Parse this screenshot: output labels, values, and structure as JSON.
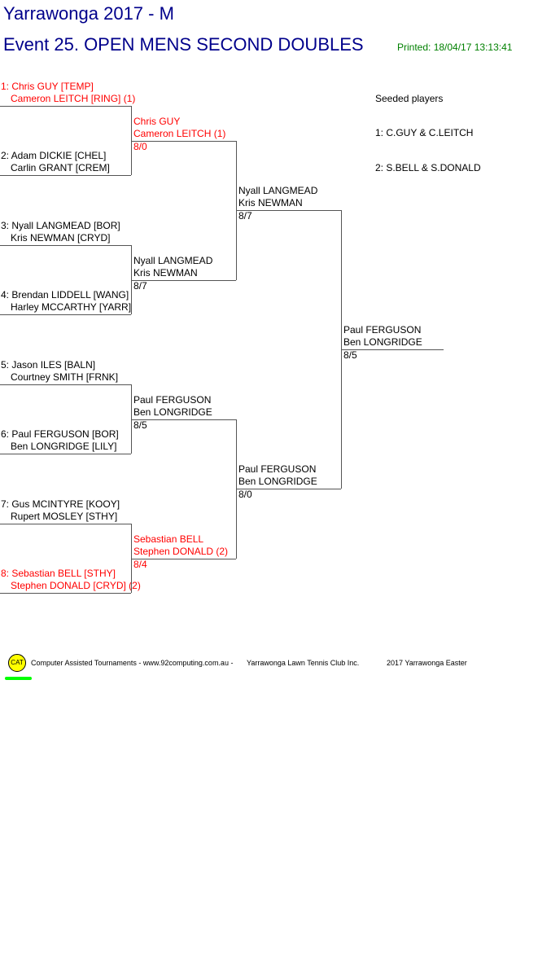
{
  "header": {
    "title": "Yarrawonga 2017 - M",
    "event": "Event 25. OPEN MENS SECOND DOUBLES",
    "printed": "Printed: 18/04/17 13:13:41"
  },
  "round1": [
    {
      "line1": "1: Chris GUY [TEMP]",
      "line2": "Cameron LEITCH [RING] (1)",
      "seeded": true
    },
    {
      "line1": "2: Adam DICKIE [CHEL]",
      "line2": "Carlin GRANT [CREM]",
      "seeded": false
    },
    {
      "line1": "3: Nyall LANGMEAD [BOR]",
      "line2": "Kris NEWMAN [CRYD]",
      "seeded": false
    },
    {
      "line1": "4: Brendan LIDDELL [WANG]",
      "line2": "Harley MCCARTHY [YARR]",
      "seeded": false
    },
    {
      "line1": "5: Jason ILES [BALN]",
      "line2": "Courtney SMITH [FRNK]",
      "seeded": false
    },
    {
      "line1": "6: Paul FERGUSON [BOR]",
      "line2": "Ben LONGRIDGE [LILY]",
      "seeded": false
    },
    {
      "line1": "7: Gus MCINTYRE [KOOY]",
      "line2": "Rupert MOSLEY [STHY]",
      "seeded": false
    },
    {
      "line1": "8: Sebastian BELL [STHY]",
      "line2": "Stephen DONALD [CRYD] (2)",
      "seeded": true
    }
  ],
  "round2": [
    {
      "line1": "Chris GUY",
      "line2": "Cameron LEITCH (1)",
      "score": "8/0",
      "seeded": true
    },
    {
      "line1": "Nyall LANGMEAD",
      "line2": "Kris NEWMAN",
      "score": "8/7",
      "seeded": false
    },
    {
      "line1": "Paul FERGUSON",
      "line2": "Ben LONGRIDGE",
      "score": "8/5",
      "seeded": false
    },
    {
      "line1": "Sebastian BELL",
      "line2": "Stephen DONALD (2)",
      "score": "8/4",
      "seeded": true
    }
  ],
  "round3": [
    {
      "line1": "Nyall LANGMEAD",
      "line2": "Kris NEWMAN",
      "score": "8/7",
      "seeded": false
    },
    {
      "line1": "Paul FERGUSON",
      "line2": "Ben LONGRIDGE",
      "score": "8/0",
      "seeded": false
    }
  ],
  "winner": {
    "line1": "Paul FERGUSON",
    "line2": "Ben LONGRIDGE",
    "score": "8/5"
  },
  "seeds": {
    "title": "Seeded players",
    "items": [
      "1: C.GUY & C.LEITCH",
      "2: S.BELL & S.DONALD"
    ]
  },
  "footer": {
    "logo": "CAT",
    "credit": "Computer Assisted Tournaments - www.92computing.com.au -",
    "club": "Yarrawonga Lawn Tennis Club Inc.",
    "tournament": "2017 Yarrawonga Easter"
  }
}
